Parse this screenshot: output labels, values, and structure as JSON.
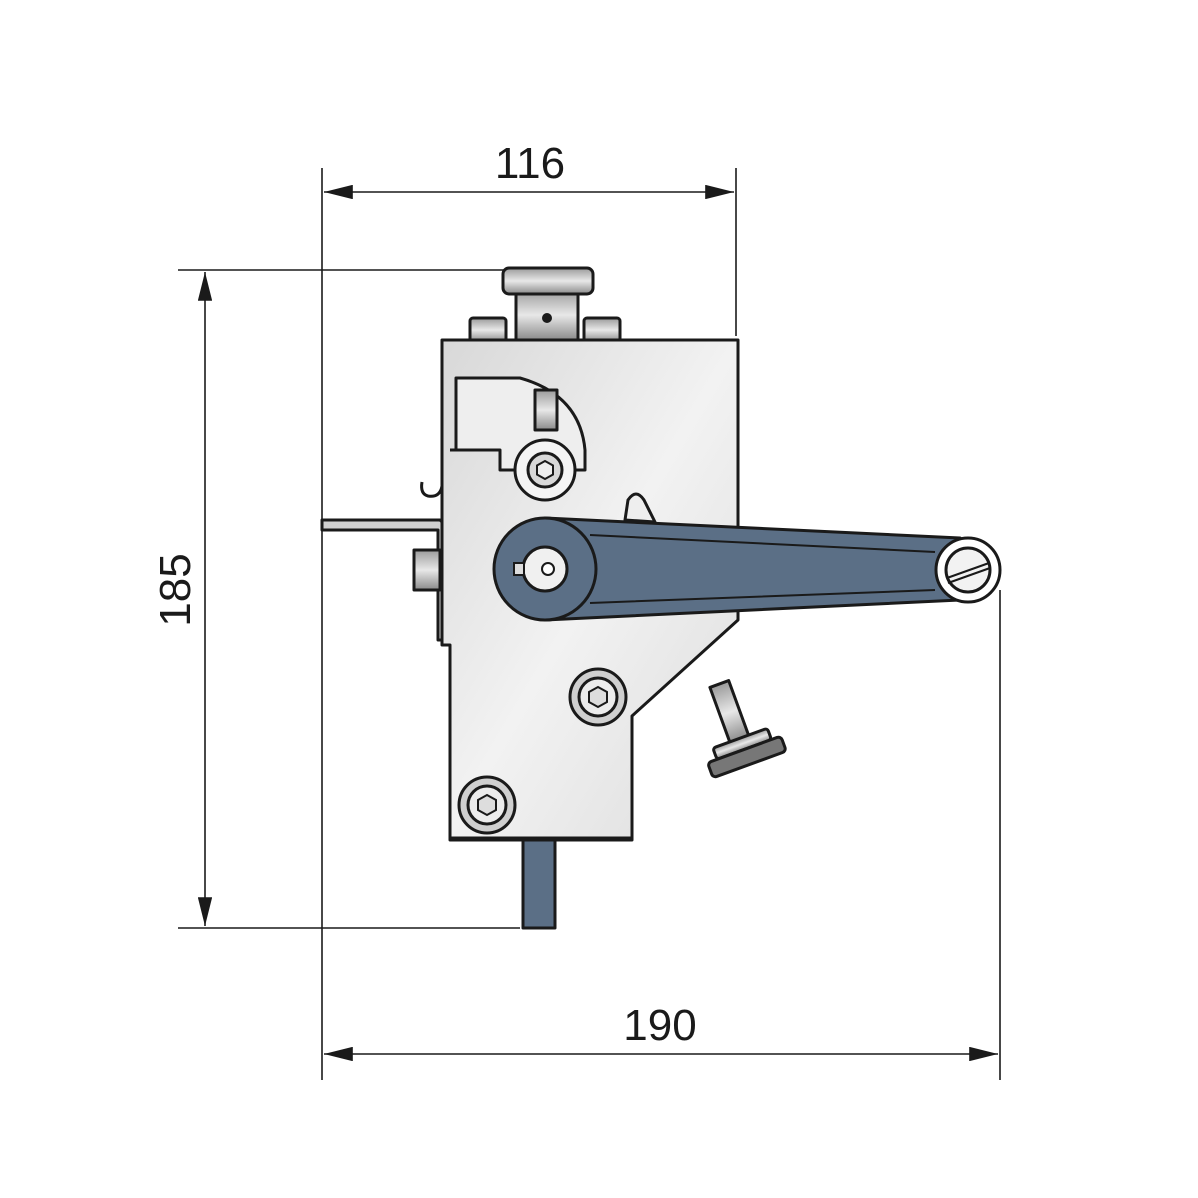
{
  "dimensions": {
    "width_top": "116",
    "height_left": "185",
    "width_bottom": "190"
  },
  "colors": {
    "body": "#e4e4e4",
    "arm": "#5b6f86",
    "line": "#1a1a1a"
  }
}
